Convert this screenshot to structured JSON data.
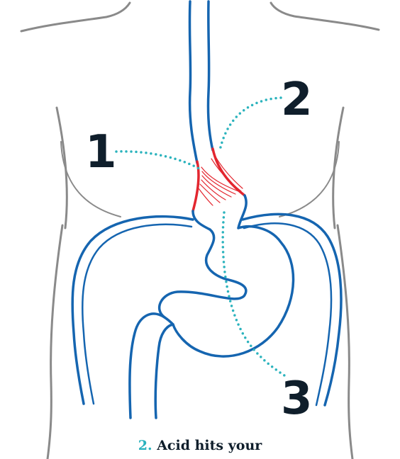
{
  "colors": {
    "body_outline": "#8a8a8a",
    "organ_outline": "#1565b0",
    "sphincter": "#e3262f",
    "dotted_line": "#2bb3bd",
    "number": "#0f1e2b",
    "caption_number": "#29b1bd"
  },
  "callouts": [
    {
      "id": "1",
      "label": "1"
    },
    {
      "id": "2",
      "label": "2"
    },
    {
      "id": "3",
      "label": "3"
    }
  ],
  "caption": {
    "number": "2.",
    "text": "Acid hits your"
  }
}
